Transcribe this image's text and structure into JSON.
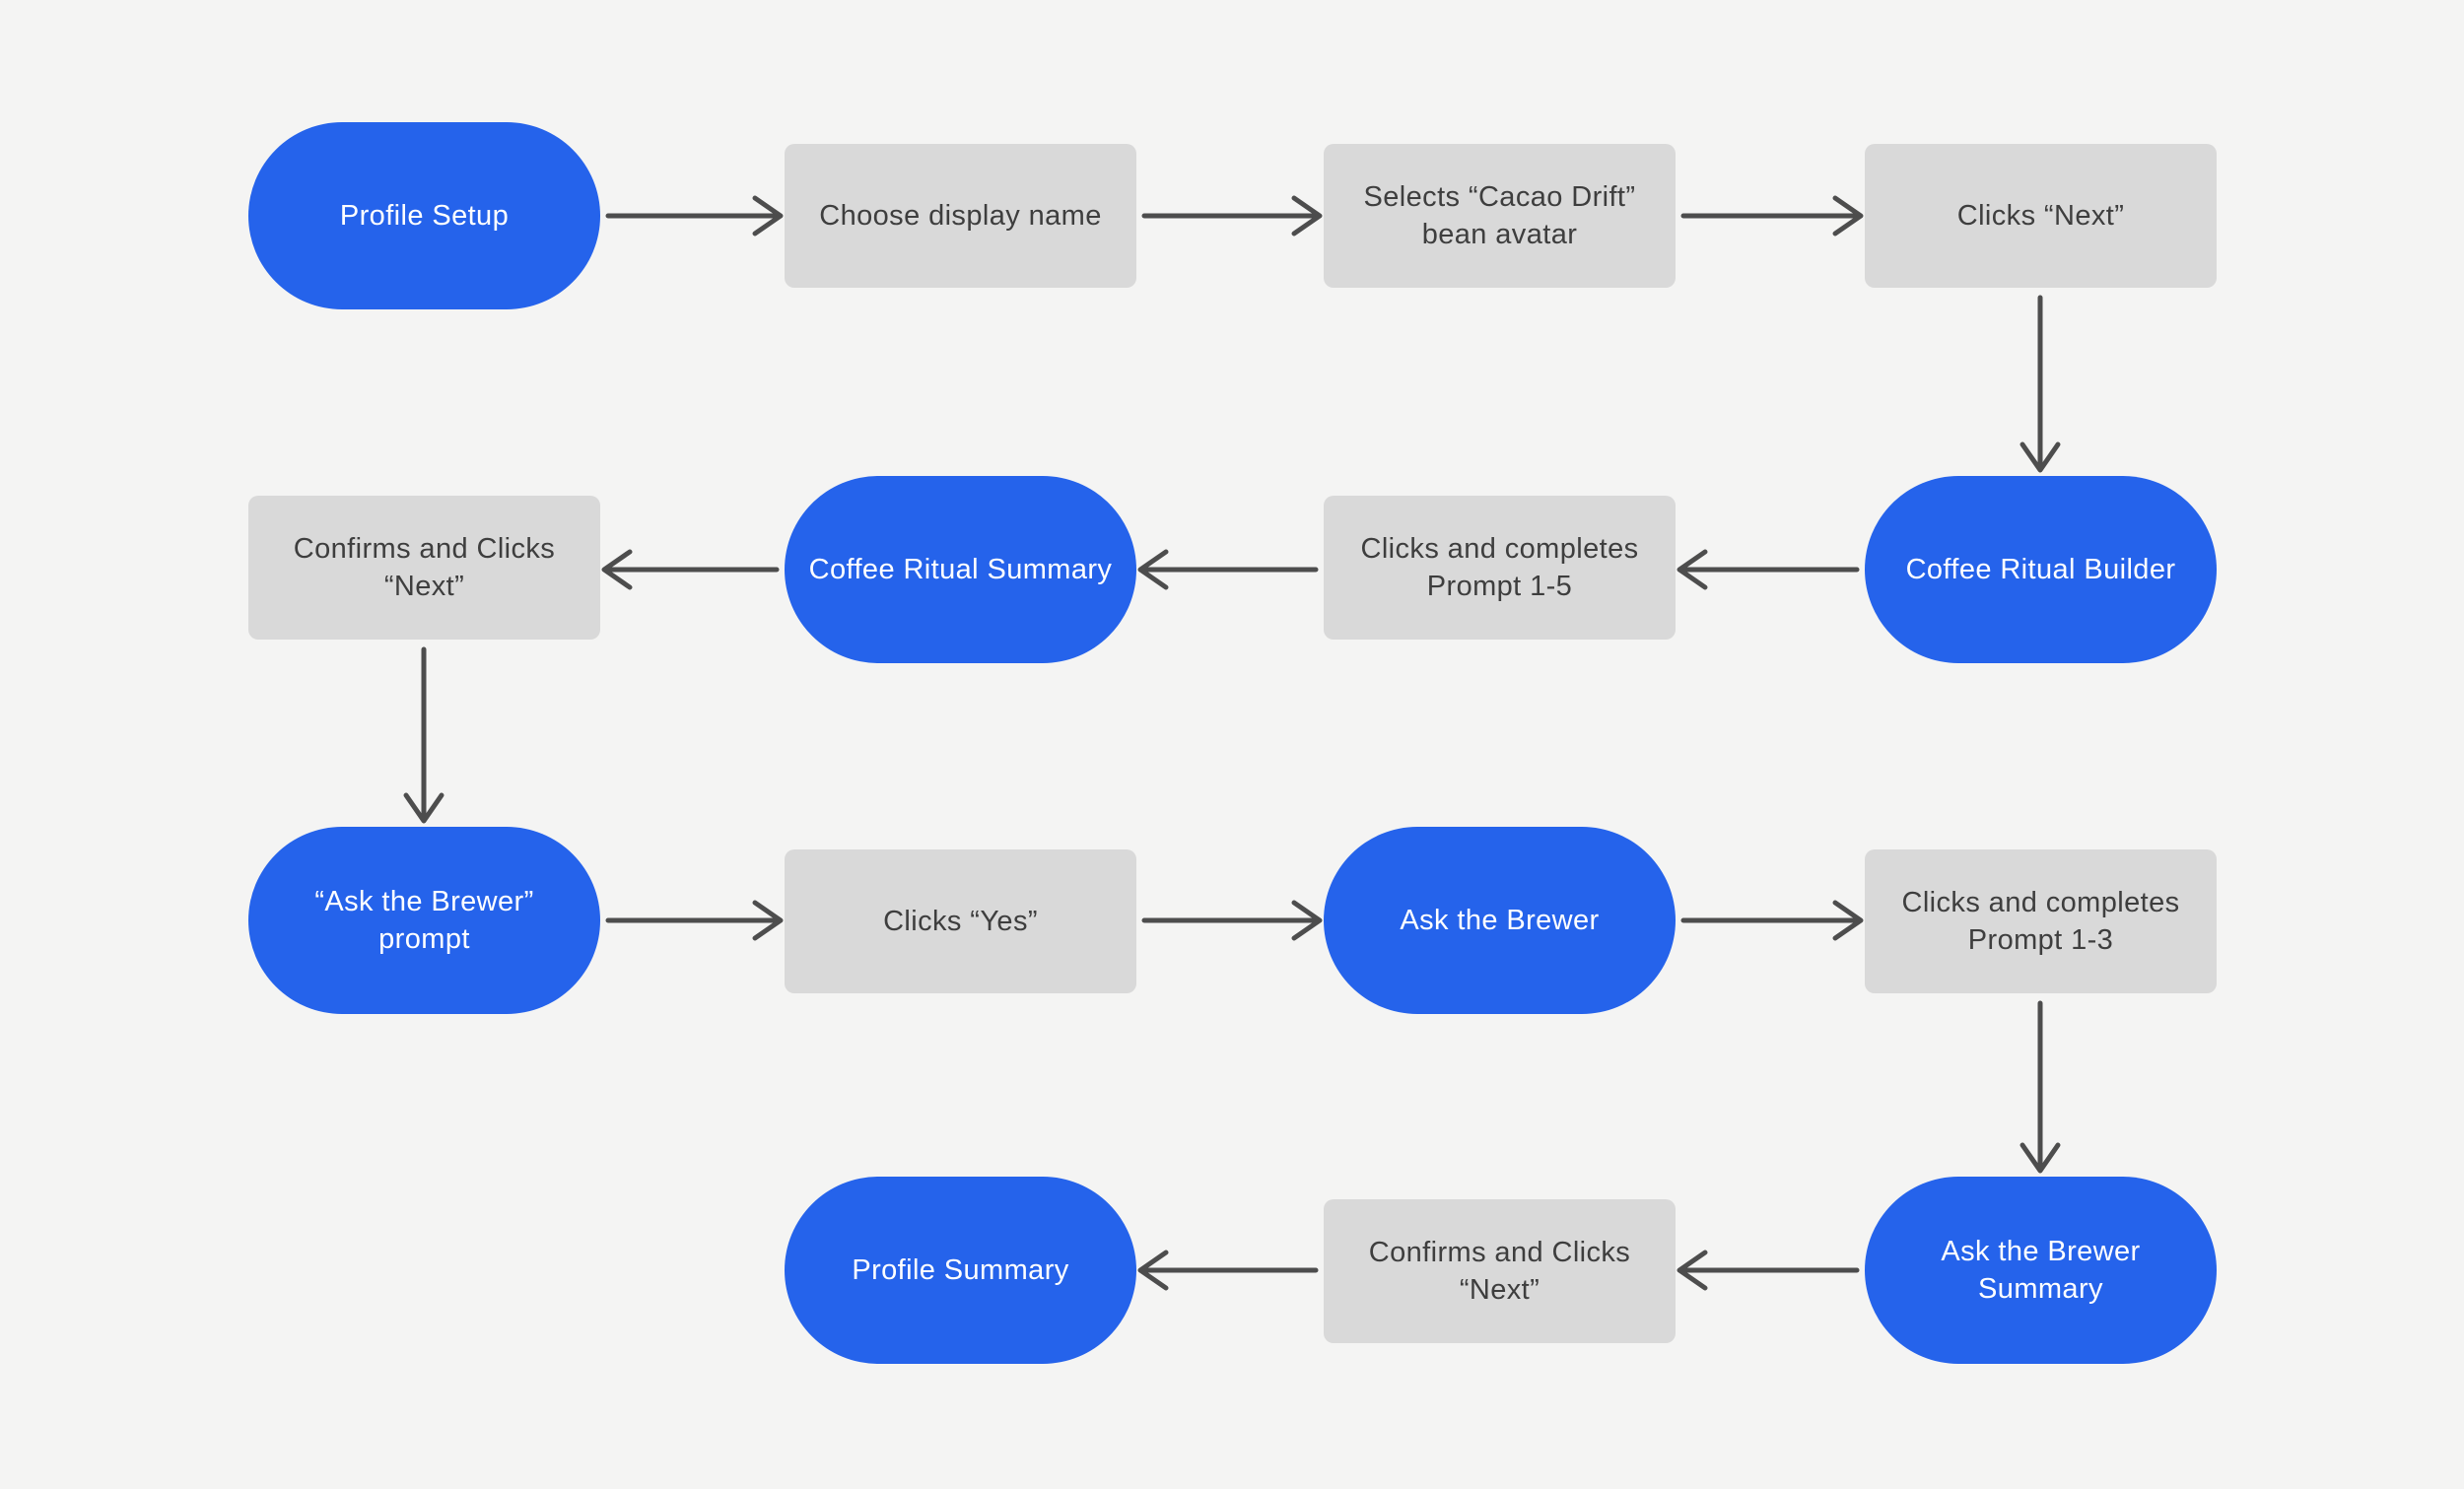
{
  "colors": {
    "background": "#F4F4F3",
    "node_blue": "#2563EB",
    "node_gray": "#D9D9D9",
    "text_on_blue": "#FFFFFF",
    "text_on_gray": "#3E3E3E",
    "arrow": "#4D4D4D"
  },
  "flowchart": {
    "nodes": [
      {
        "id": "profile-setup",
        "label": "Profile Setup",
        "shape": "pill",
        "color": "blue"
      },
      {
        "id": "choose-display-name",
        "label": "Choose display name",
        "shape": "rect",
        "color": "gray"
      },
      {
        "id": "selects-cacao-drift-bean-avatar",
        "label": "Selects “Cacao Drift”\nbean avatar",
        "shape": "rect",
        "color": "gray"
      },
      {
        "id": "clicks-next-1",
        "label": "Clicks “Next”",
        "shape": "rect",
        "color": "gray"
      },
      {
        "id": "coffee-ritual-builder",
        "label": "Coffee Ritual Builder",
        "shape": "pill",
        "color": "blue"
      },
      {
        "id": "clicks-and-completes-prompt-1-5",
        "label": "Clicks and completes\nPrompt 1-5",
        "shape": "rect",
        "color": "gray"
      },
      {
        "id": "coffee-ritual-summary",
        "label": "Coffee Ritual Summary",
        "shape": "pill",
        "color": "blue"
      },
      {
        "id": "confirms-and-clicks-next-1",
        "label": "Confirms and Clicks\n“Next”",
        "shape": "rect",
        "color": "gray"
      },
      {
        "id": "ask-the-brewer-prompt",
        "label": "“Ask the Brewer”\nprompt",
        "shape": "pill",
        "color": "blue"
      },
      {
        "id": "clicks-yes",
        "label": "Clicks “Yes”",
        "shape": "rect",
        "color": "gray"
      },
      {
        "id": "ask-the-brewer",
        "label": "Ask the Brewer",
        "shape": "pill",
        "color": "blue"
      },
      {
        "id": "clicks-and-completes-prompt-1-3",
        "label": "Clicks and completes\nPrompt 1-3",
        "shape": "rect",
        "color": "gray"
      },
      {
        "id": "ask-the-brewer-summary",
        "label": "Ask the Brewer\nSummary",
        "shape": "pill",
        "color": "blue"
      },
      {
        "id": "confirms-and-clicks-next-2",
        "label": "Confirms and Clicks\n“Next”",
        "shape": "rect",
        "color": "gray"
      },
      {
        "id": "profile-summary",
        "label": "Profile Summary",
        "shape": "pill",
        "color": "blue"
      }
    ],
    "edges": [
      {
        "from": "profile-setup",
        "to": "choose-display-name"
      },
      {
        "from": "choose-display-name",
        "to": "selects-cacao-drift-bean-avatar"
      },
      {
        "from": "selects-cacao-drift-bean-avatar",
        "to": "clicks-next-1"
      },
      {
        "from": "clicks-next-1",
        "to": "coffee-ritual-builder"
      },
      {
        "from": "coffee-ritual-builder",
        "to": "clicks-and-completes-prompt-1-5"
      },
      {
        "from": "clicks-and-completes-prompt-1-5",
        "to": "coffee-ritual-summary"
      },
      {
        "from": "coffee-ritual-summary",
        "to": "confirms-and-clicks-next-1"
      },
      {
        "from": "confirms-and-clicks-next-1",
        "to": "ask-the-brewer-prompt"
      },
      {
        "from": "ask-the-brewer-prompt",
        "to": "clicks-yes"
      },
      {
        "from": "clicks-yes",
        "to": "ask-the-brewer"
      },
      {
        "from": "ask-the-brewer",
        "to": "clicks-and-completes-prompt-1-3"
      },
      {
        "from": "clicks-and-completes-prompt-1-3",
        "to": "ask-the-brewer-summary"
      },
      {
        "from": "ask-the-brewer-summary",
        "to": "confirms-and-clicks-next-2"
      },
      {
        "from": "confirms-and-clicks-next-2",
        "to": "profile-summary"
      }
    ]
  }
}
